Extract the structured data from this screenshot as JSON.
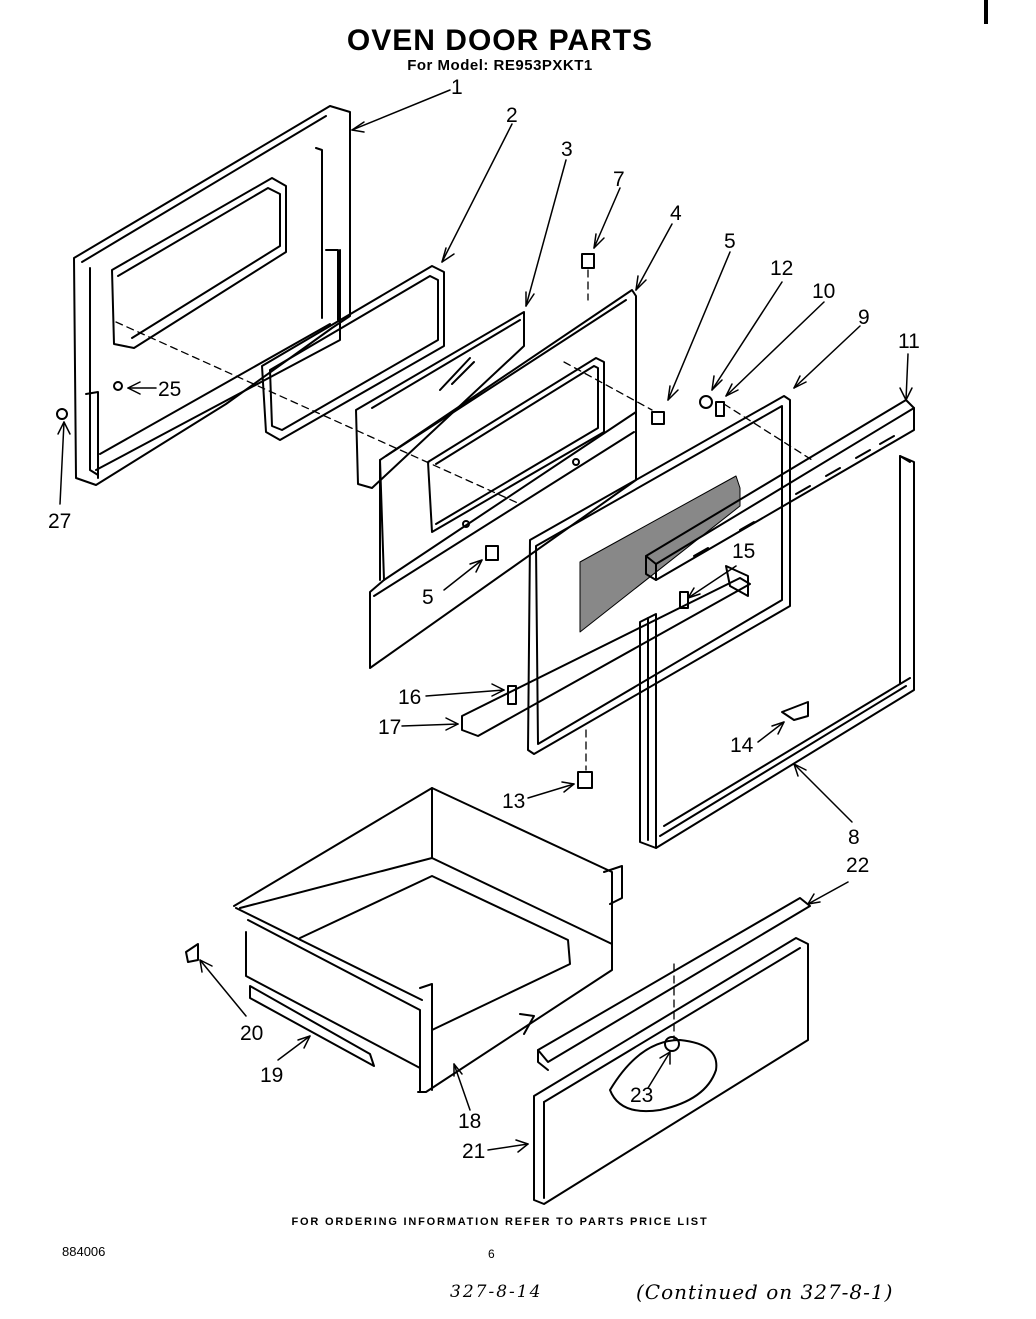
{
  "header": {
    "title": "OVEN DOOR PARTS",
    "subtitle": "For Model: RE953PXKT1"
  },
  "footer": {
    "note": "FOR ORDERING INFORMATION REFER TO PARTS PRICE LIST",
    "code": "884006",
    "page": "6"
  },
  "handwritten": {
    "ref": "327-8-14",
    "continued": "(Continued on 327-8-1)"
  },
  "callouts": [
    "1",
    "2",
    "3",
    "7",
    "4",
    "5",
    "12",
    "10",
    "9",
    "11",
    "25",
    "27",
    "5",
    "15",
    "16",
    "17",
    "14",
    "13",
    "8",
    "22",
    "20",
    "19",
    "23",
    "18",
    "21"
  ]
}
